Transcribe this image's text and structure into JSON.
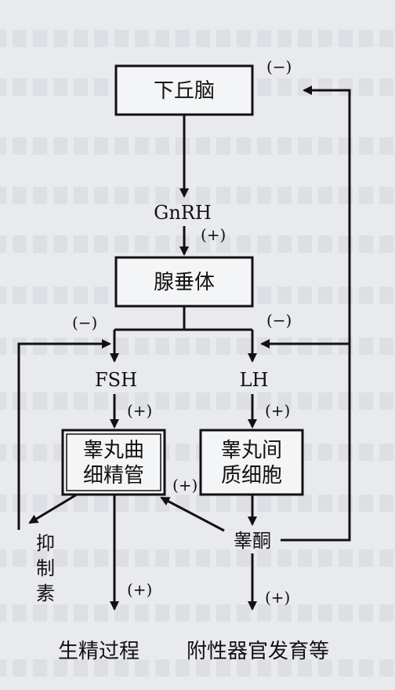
{
  "nodes": {
    "hypothalamus": "下丘脑",
    "gnrh": "GnRH",
    "pituitary": "腺垂体",
    "fsh": "FSH",
    "lh": "LH",
    "seminiferous_line1": "睾丸曲",
    "seminiferous_line2": "细精管",
    "leydig_line1": "睾丸间",
    "leydig_line2": "质细胞",
    "testosterone": "睾酮",
    "inhibin_1": "抑",
    "inhibin_2": "制",
    "inhibin_3": "素",
    "spermatogenesis": "生精过程",
    "accessory": "附性器官发育等"
  },
  "signs": {
    "top_negative": "(−)",
    "gnrh_positive": "(+)",
    "fsh_negative": "(−)",
    "lh_negative": "(−)",
    "fsh_positive": "(+)",
    "lh_positive": "(+)",
    "testosterone_to_seminiferous": "(+)",
    "spermatogenesis_positive": "(+)",
    "accessory_positive": "(+)"
  }
}
